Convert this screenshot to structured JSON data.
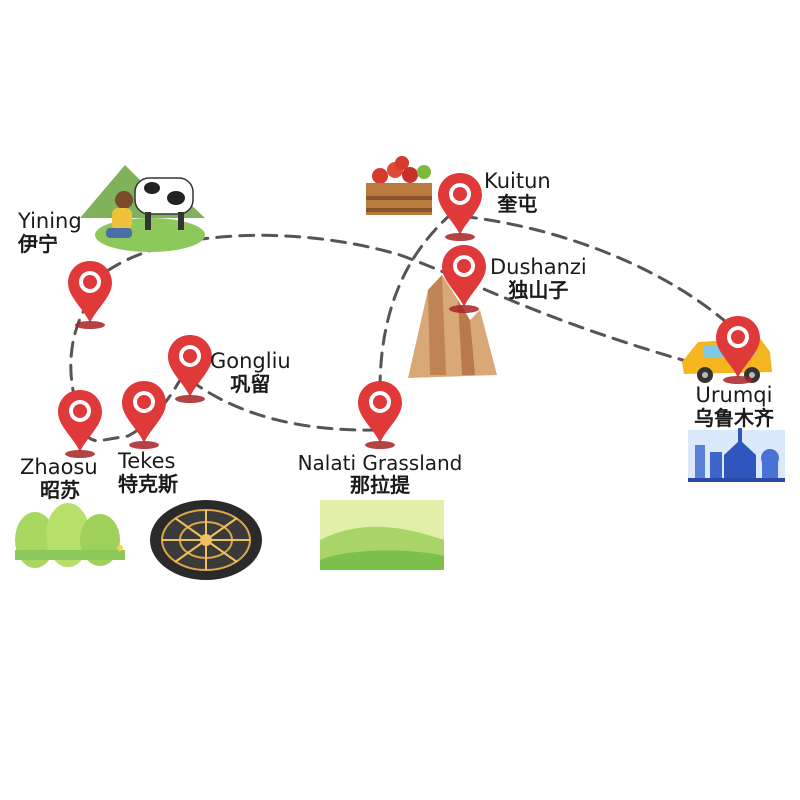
{
  "colors": {
    "pin": "#e0393a",
    "pin_dark": "#a82225",
    "route": "#555555",
    "grass_light": "#c8e07a",
    "grass_dark": "#7cbf4a",
    "mountain": "#d9a877",
    "car": "#f5b51e"
  },
  "stops": [
    {
      "id": "yining",
      "en": "Yining",
      "zh": "伊宁",
      "icon": "cow-milking-icon"
    },
    {
      "id": "zhaosu",
      "en": "Zhaosu",
      "zh": "昭苏",
      "icon": "bushes-icon"
    },
    {
      "id": "tekes",
      "en": "Tekes",
      "zh": "特克斯",
      "icon": "bagua-city-icon"
    },
    {
      "id": "gongliu",
      "en": "Gongliu",
      "zh": "巩留",
      "icon": ""
    },
    {
      "id": "nalati",
      "en": "Nalati Grassland",
      "zh": "那拉提",
      "icon": "grassland-hills-icon"
    },
    {
      "id": "kuitun",
      "en": "Kuitun",
      "zh": "奎屯",
      "icon": "apple-crate-icon"
    },
    {
      "id": "dushanzi",
      "en": "Dushanzi",
      "zh": "独山子",
      "icon": "canyon-mountain-icon"
    },
    {
      "id": "urumqi",
      "en": "Urumqi",
      "zh": "乌鲁木齐",
      "icon": "city-skyline-icon"
    }
  ],
  "vehicle": {
    "icon": "yellow-car-icon"
  }
}
